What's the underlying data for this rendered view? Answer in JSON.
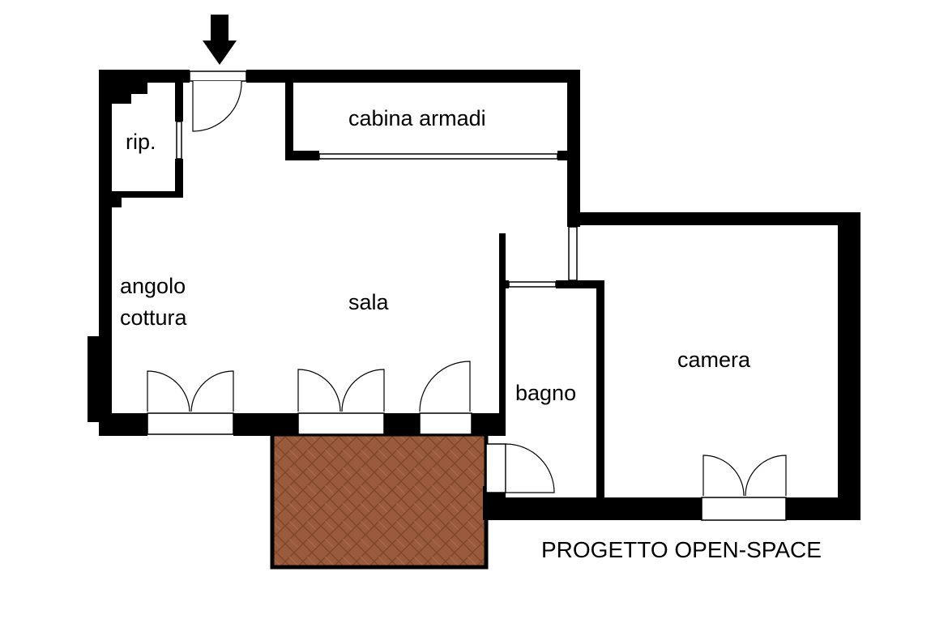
{
  "plan": {
    "title": "PROGETTO OPEN-SPACE",
    "wall_color": "#000000",
    "terrace_color": "#9a5a3c",
    "rooms": {
      "storage": "rip.",
      "wardrobe": "cabina armadi",
      "kitchen_line1": "angolo",
      "kitchen_line2": "cottura",
      "living": "sala",
      "bathroom": "bagno",
      "bedroom": "camera"
    },
    "icons": {
      "entrance": "entrance-arrow-icon"
    }
  }
}
